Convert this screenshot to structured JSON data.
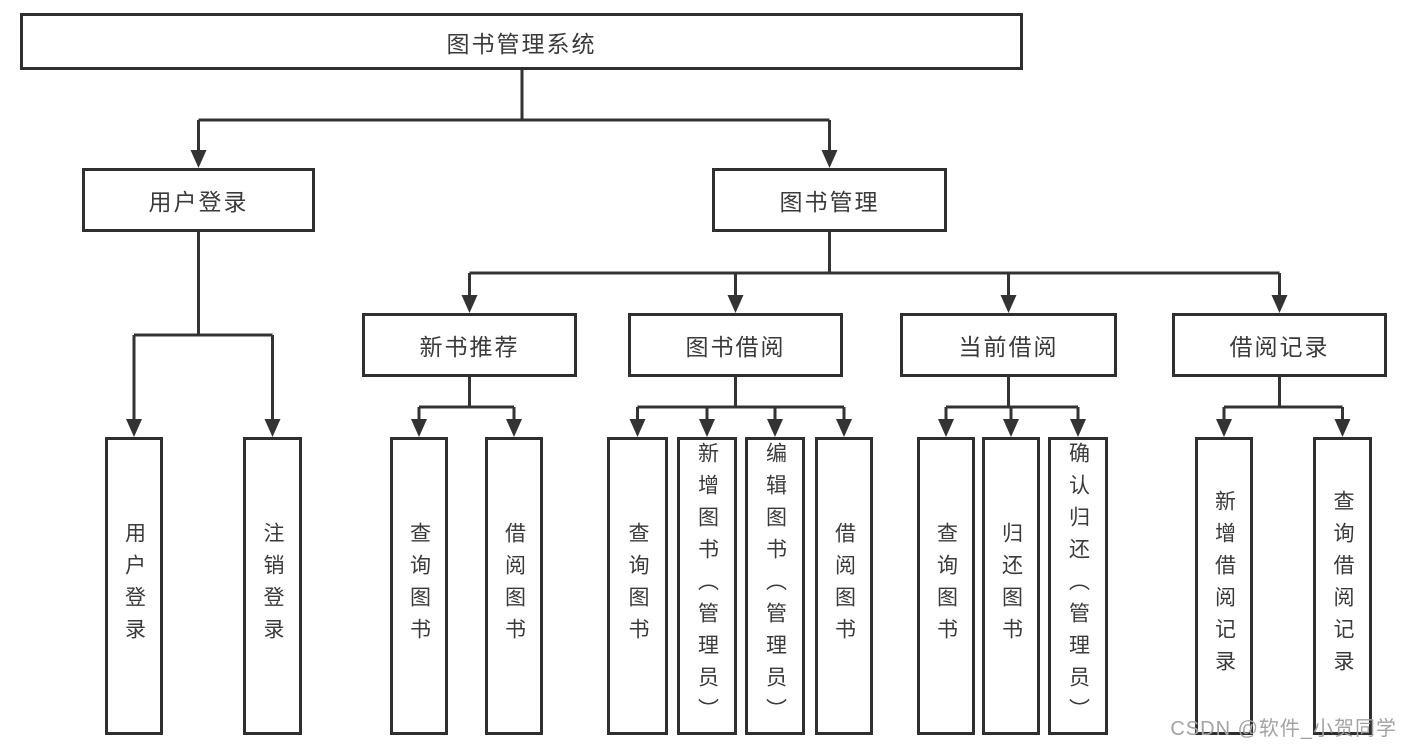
{
  "diagram": {
    "root": {
      "label": "图书管理系统"
    },
    "level2": [
      {
        "id": "user-login",
        "label": "用户登录"
      },
      {
        "id": "book-management",
        "label": "图书管理"
      }
    ],
    "level3": [
      {
        "id": "new-book-recommend",
        "label": "新书推荐"
      },
      {
        "id": "book-borrow",
        "label": "图书借阅"
      },
      {
        "id": "current-borrow",
        "label": "当前借阅"
      },
      {
        "id": "borrow-record",
        "label": "借阅记录"
      }
    ],
    "leaves": {
      "user_login": [
        {
          "label": "用户登录"
        },
        {
          "label": "注销登录"
        }
      ],
      "new_book_recommend": [
        {
          "label": "查询图书"
        },
        {
          "label": "借阅图书"
        }
      ],
      "book_borrow": [
        {
          "label": "查询图书"
        },
        {
          "label": "新增图书（管理员）"
        },
        {
          "label": "编辑图书（管理员）"
        },
        {
          "label": "借阅图书"
        }
      ],
      "current_borrow": [
        {
          "label": "查询图书"
        },
        {
          "label": "归还图书"
        },
        {
          "label": "确认归还（管理员）"
        }
      ],
      "borrow_record": [
        {
          "label": "新增借阅记录"
        },
        {
          "label": "查询借阅记录"
        }
      ]
    },
    "watermark": "CSDN @软件_小贺同学",
    "colors": {
      "line": "#333333",
      "border": "#2f2f2f",
      "text": "#3a3a3a",
      "watermark": "#a3a3a3",
      "background": "#ffffff"
    }
  }
}
